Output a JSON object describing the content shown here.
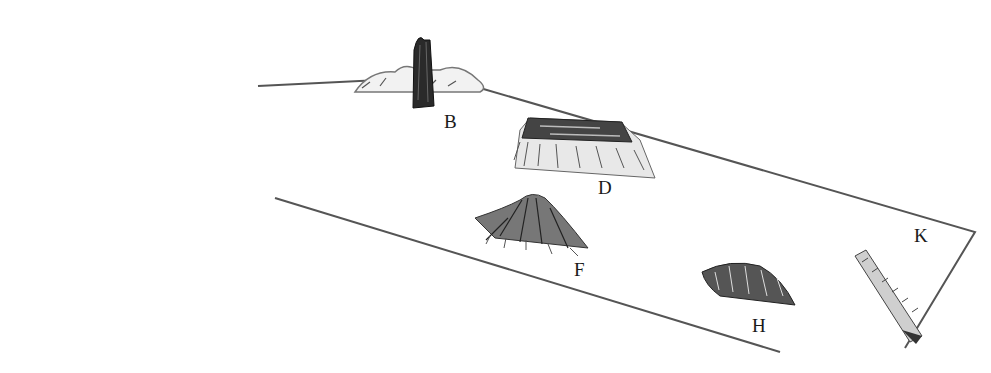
{
  "diagram": {
    "labels": [
      "B",
      "D",
      "F",
      "H",
      "K"
    ]
  }
}
